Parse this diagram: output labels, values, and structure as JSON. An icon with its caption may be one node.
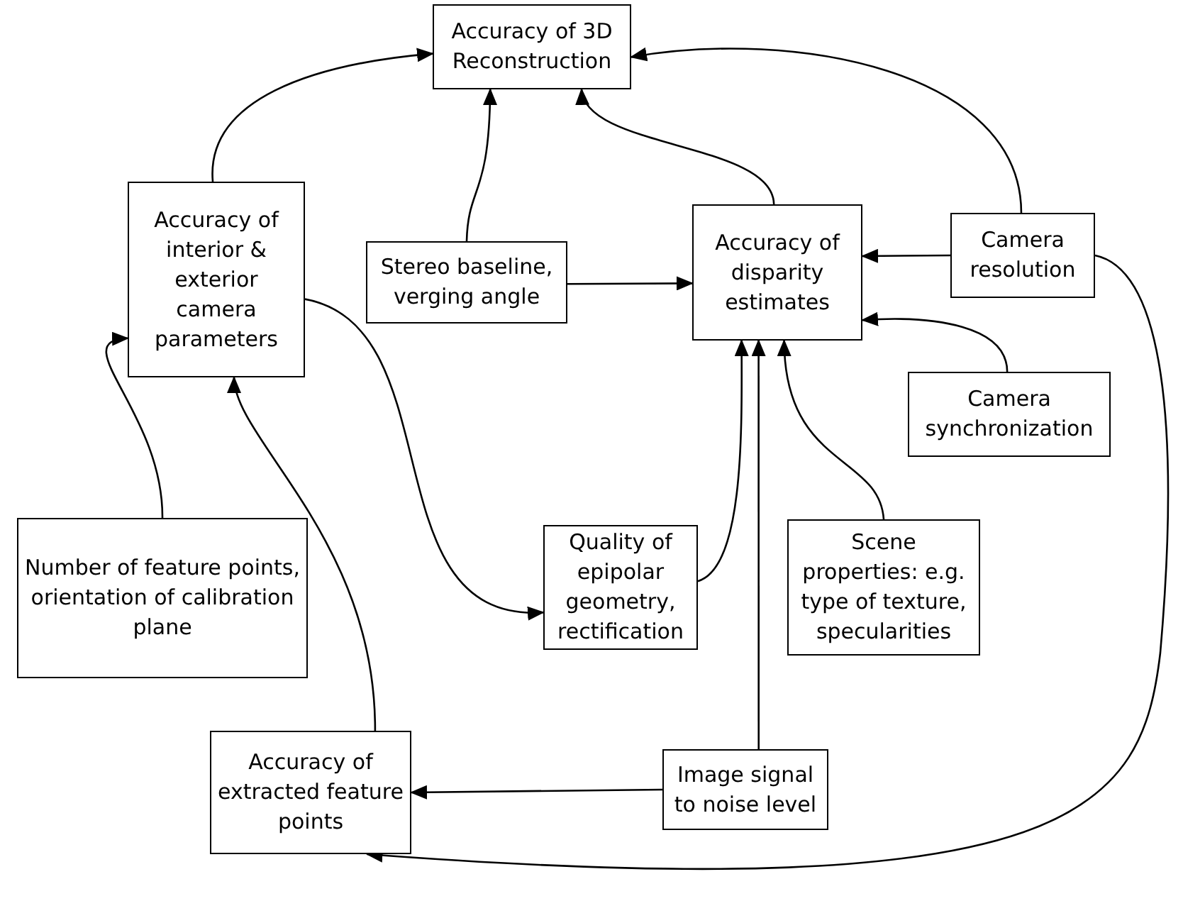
{
  "diagram": {
    "nodes": [
      {
        "text": [
          "Accuracy of 3D Reconstruction"
        ]
      },
      {
        "text": [
          "Accuracy of interior & exterior camera parameters"
        ]
      },
      {
        "text": [
          "Stereo baseline, verging angle"
        ]
      },
      {
        "text": [
          "Accuracy of disparity estimates"
        ]
      },
      {
        "text": [
          "Camera resolution"
        ]
      },
      {
        "text": [
          "Camera synchronization"
        ]
      },
      {
        "text": [
          "Number of feature points, orientation of calibration plane"
        ]
      },
      {
        "text": [
          "Quality of epipolar geometry, rectification"
        ]
      },
      {
        "text": [
          "Scene properties: e.g. type of texture, specularities"
        ]
      },
      {
        "text": [
          "Accuracy of extracted feature points"
        ]
      },
      {
        "text": [
          "Image signal to noise level"
        ]
      }
    ],
    "edges": [
      {
        "from": 1,
        "to": 0,
        "arrow": "to"
      },
      {
        "from": 2,
        "to": 0,
        "arrow": "to"
      },
      {
        "from": 3,
        "to": 0,
        "arrow": "to"
      },
      {
        "from": 4,
        "to": 0,
        "arrow": "to"
      },
      {
        "from": 2,
        "to": 3,
        "arrow": "to"
      },
      {
        "from": 4,
        "to": 3,
        "arrow": "to"
      },
      {
        "from": 5,
        "to": 3,
        "arrow": "to"
      },
      {
        "from": 6,
        "to": 1,
        "arrow": "to"
      },
      {
        "from": 9,
        "to": 1,
        "arrow": "to"
      },
      {
        "from": 1,
        "to": 7,
        "arrow": "to"
      },
      {
        "from": 7,
        "to": 3,
        "arrow": "to"
      },
      {
        "from": 10,
        "to": 3,
        "arrow": "to"
      },
      {
        "from": 8,
        "to": 3,
        "arrow": "to"
      },
      {
        "from": 10,
        "to": 9,
        "arrow": "to"
      },
      {
        "from": 4,
        "to": 9,
        "arrow": "to"
      }
    ]
  }
}
